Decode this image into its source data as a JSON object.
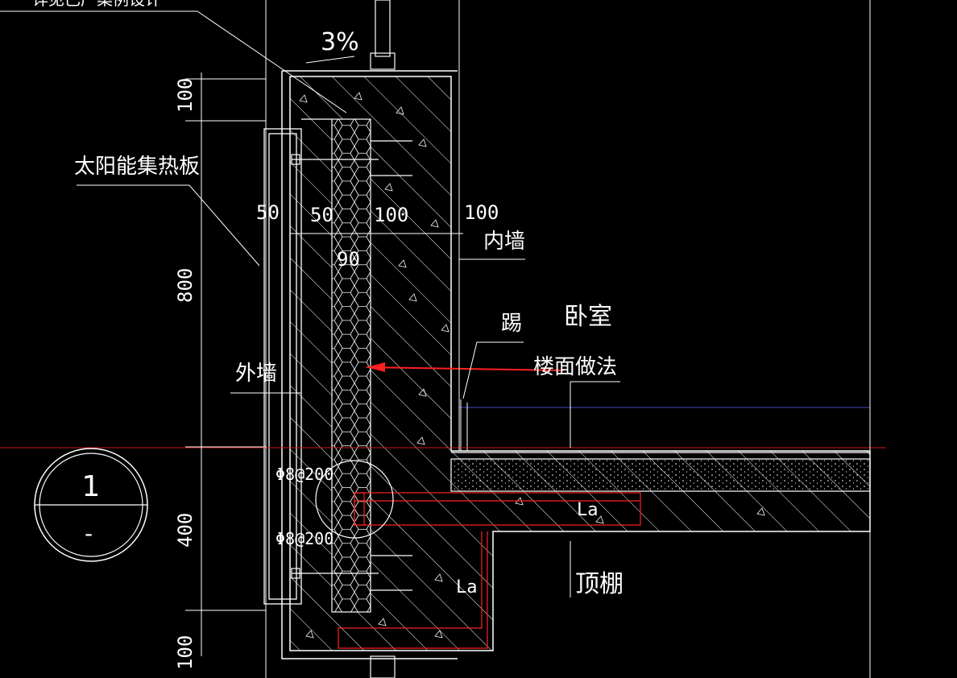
{
  "drawing": {
    "top_note": "详见已产案例设计",
    "slope": "3%",
    "labels": {
      "solar_panel": "太阳能集热板",
      "inner_wall": "内墙",
      "outer_wall": "外墙",
      "bedroom": "卧室",
      "skirting": "踢",
      "floor_method": "楼面做法",
      "ceiling": "顶棚"
    },
    "dimensions": {
      "d_top": "100",
      "d_800": "800",
      "d_400": "400",
      "d_bottom": "100",
      "d_50a": "50",
      "d_50b": "50",
      "d_100a": "100",
      "d_100b": "100",
      "d_90": "90"
    },
    "rebar": {
      "upper": "Φ8@200",
      "lower": "Φ8@200"
    },
    "anchorage": {
      "beam": "La",
      "wall": "La"
    },
    "detail_marker": {
      "number": "1",
      "sheet": "-"
    },
    "colors": {
      "background": "#000000",
      "linework": "#ffffff",
      "rebar": "#ff2020",
      "axis": "#d01818",
      "finish_line": "#3a3aa0"
    }
  }
}
